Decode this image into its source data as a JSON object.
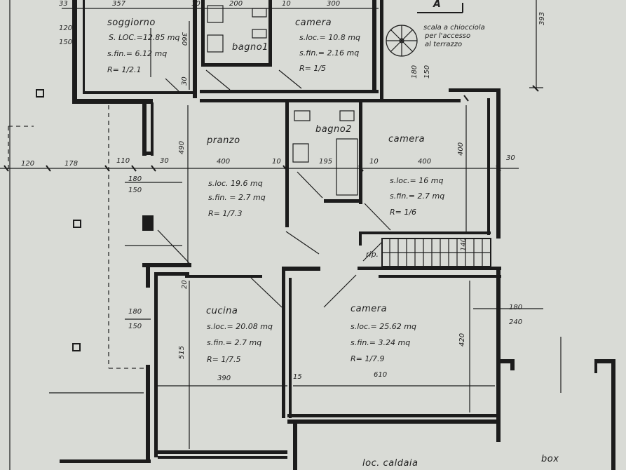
{
  "rooms": {
    "soggiorno": {
      "name": "soggiorno",
      "sloc": "S. LOC.=12.85 mq",
      "sfin": "s.fin.= 6.12 mq",
      "r": "R= 1/2.1"
    },
    "camera1": {
      "name": "camera",
      "sloc": "s.loc.= 10.8 mq",
      "sfin": "s.fin.= 2.16 mq",
      "r": "R= 1/5"
    },
    "bagno1": {
      "name": "bagno1"
    },
    "pranzo": {
      "name": "pranzo",
      "sloc": "s.loc. 19.6 mq",
      "sfin": "s.fin. = 2.7 mq",
      "r": "R= 1/7.3"
    },
    "bagno2": {
      "name": "bagno2"
    },
    "camera2": {
      "name": "camera",
      "sloc": "s.loc.= 16 mq",
      "sfin": "s.fin.= 2.7 mq",
      "r": "R= 1/6"
    },
    "cucina": {
      "name": "cucina",
      "sloc": "s.loc.= 20.08 mq",
      "sfin": "s.fin.= 2.7 mq",
      "r": "R= 1/7.5"
    },
    "camera3": {
      "name": "camera",
      "sloc": "s.loc.= 25.62 mq",
      "sfin": "s.fin.= 3.24 mq",
      "r": "R= 1/7.9"
    },
    "caldaia": {
      "name": "loc. caldaia"
    },
    "box": {
      "name": "box"
    }
  },
  "section_marker": "A",
  "stair_note": [
    "scala a chiocciola",
    "per l'accesso",
    "al terrazzo"
  ],
  "rip_label": "rip.",
  "dimensions": {
    "d33": "33",
    "d357": "357",
    "d10a": "10",
    "d200": "200",
    "d10b": "10",
    "d300": "300",
    "d360": "360",
    "d120a": "120",
    "d150a": "150",
    "d30a": "30",
    "d393": "393",
    "d180a": "180",
    "d150b": "150",
    "d490": "490",
    "d400a": "400",
    "d10c": "10",
    "d195": "195",
    "d10d": "10",
    "d400b": "400",
    "d400v": "400",
    "d30b": "30",
    "d120b": "120",
    "d178": "178",
    "d110": "110",
    "d30c": "30",
    "d180b": "180",
    "d150c": "150",
    "d20": "20",
    "d180c": "180",
    "d150d": "150",
    "d515": "515",
    "d390": "390",
    "d15": "15",
    "d610": "610",
    "d420": "420",
    "d180d": "180",
    "d240": "240",
    "d140": "140"
  }
}
